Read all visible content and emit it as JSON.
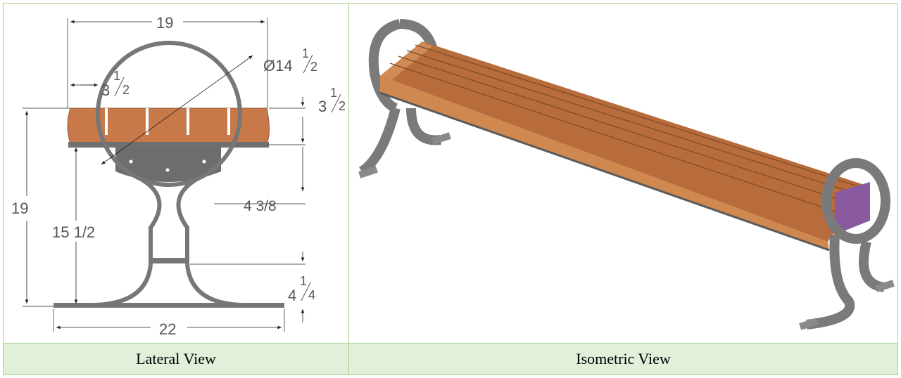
{
  "lateral": {
    "dim_width_top": "19",
    "dim_diameter": "Ø14",
    "dim_diameter_frac_num": "1",
    "dim_diameter_frac_den": "2",
    "dim_offset_whole": "3",
    "dim_offset_num": "1",
    "dim_offset_den": "2",
    "dim_seat_thick_whole": "3",
    "dim_seat_thick_num": "1",
    "dim_seat_thick_den": "2",
    "dim_ring_below": "4 3/8",
    "dim_height_total": "19",
    "dim_seat_height": "15 1/2",
    "dim_foot_whole": "4",
    "dim_foot_num": "1",
    "dim_foot_den": "4",
    "dim_base_width": "22"
  },
  "captions": {
    "lateral": "Lateral View",
    "isometric": "Isometric View"
  },
  "colors": {
    "wood": "#c8794a",
    "metal": "#7a7a7a",
    "purple": "#8a5aa0",
    "caption_bg": "#e2efd9",
    "border": "#a9d18e"
  }
}
